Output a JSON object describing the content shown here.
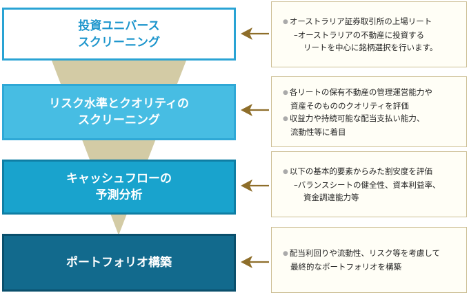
{
  "steps": [
    {
      "line1": "投資ユニバース",
      "line2": "スクリーニング"
    },
    {
      "line1": "リスク水準とクオリティの",
      "line2": "スクリーニング"
    },
    {
      "line1": "キャッシュフローの",
      "line2": "予測分析"
    },
    {
      "line1": "ポートフォリオ構築"
    }
  ],
  "notes": [
    {
      "lines": [
        "オーストラリア証券取引所の上場リート",
        "–オーストラリアの不動産に投資する",
        "リートを中心に銘柄選択を行います。"
      ]
    },
    {
      "lines": [
        "各リートの保有不動産の管理運営能力や",
        "資産そのもののクオリティを評価",
        "収益力や持続可能な配当支払い能力、",
        "流動性等に着目"
      ]
    },
    {
      "lines": [
        "以下の基本的要素からみた割安度を評価",
        "–バランスシートの健全性、資本利益率、",
        "資金調達能力等"
      ]
    },
    {
      "lines": [
        "配当利回りや流動性、リスク等を考慮して",
        "最終的なポートフォリオを構築"
      ]
    }
  ],
  "colors": {
    "funnel": "#d3cba5",
    "arrow": "#8e6e2a"
  }
}
